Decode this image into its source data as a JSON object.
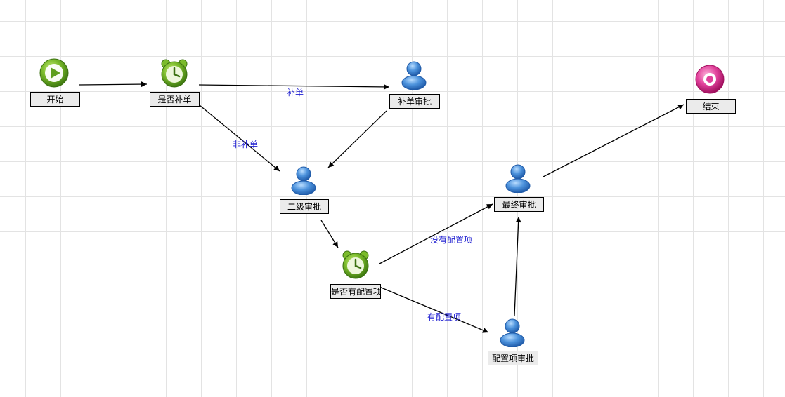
{
  "nodes": [
    {
      "id": "start",
      "label": "开始",
      "icon": "play-icon"
    },
    {
      "id": "check-supplement",
      "label": "是否补单",
      "icon": "alarm-clock-icon"
    },
    {
      "id": "supplement-approval",
      "label": "补单审批",
      "icon": "user-icon"
    },
    {
      "id": "end",
      "label": "结束",
      "icon": "stop-icon"
    },
    {
      "id": "level2-approval",
      "label": "二级审批",
      "icon": "user-icon"
    },
    {
      "id": "final-approval",
      "label": "最终审批",
      "icon": "user-icon"
    },
    {
      "id": "check-config",
      "label": "是否有配置项",
      "icon": "alarm-clock-icon"
    },
    {
      "id": "config-approval",
      "label": "配置项审批",
      "icon": "user-icon"
    }
  ],
  "edges": [
    {
      "from": "start",
      "to": "check-supplement",
      "label": ""
    },
    {
      "from": "check-supplement",
      "to": "supplement-approval",
      "label": "补单"
    },
    {
      "from": "check-supplement",
      "to": "level2-approval",
      "label": "非补单"
    },
    {
      "from": "supplement-approval",
      "to": "level2-approval",
      "label": ""
    },
    {
      "from": "level2-approval",
      "to": "check-config",
      "label": ""
    },
    {
      "from": "check-config",
      "to": "final-approval",
      "label": "没有配置项"
    },
    {
      "from": "check-config",
      "to": "config-approval",
      "label": "有配置项"
    },
    {
      "from": "config-approval",
      "to": "final-approval",
      "label": ""
    },
    {
      "from": "final-approval",
      "to": "end",
      "label": ""
    }
  ],
  "colors": {
    "edge": "#000000",
    "edge_label": "#1c1cd0",
    "label_bg": "#ebebeb",
    "green_icon": "#5e9e1e",
    "user_icon": "#3f82cf",
    "end_icon": "#d6287f"
  }
}
